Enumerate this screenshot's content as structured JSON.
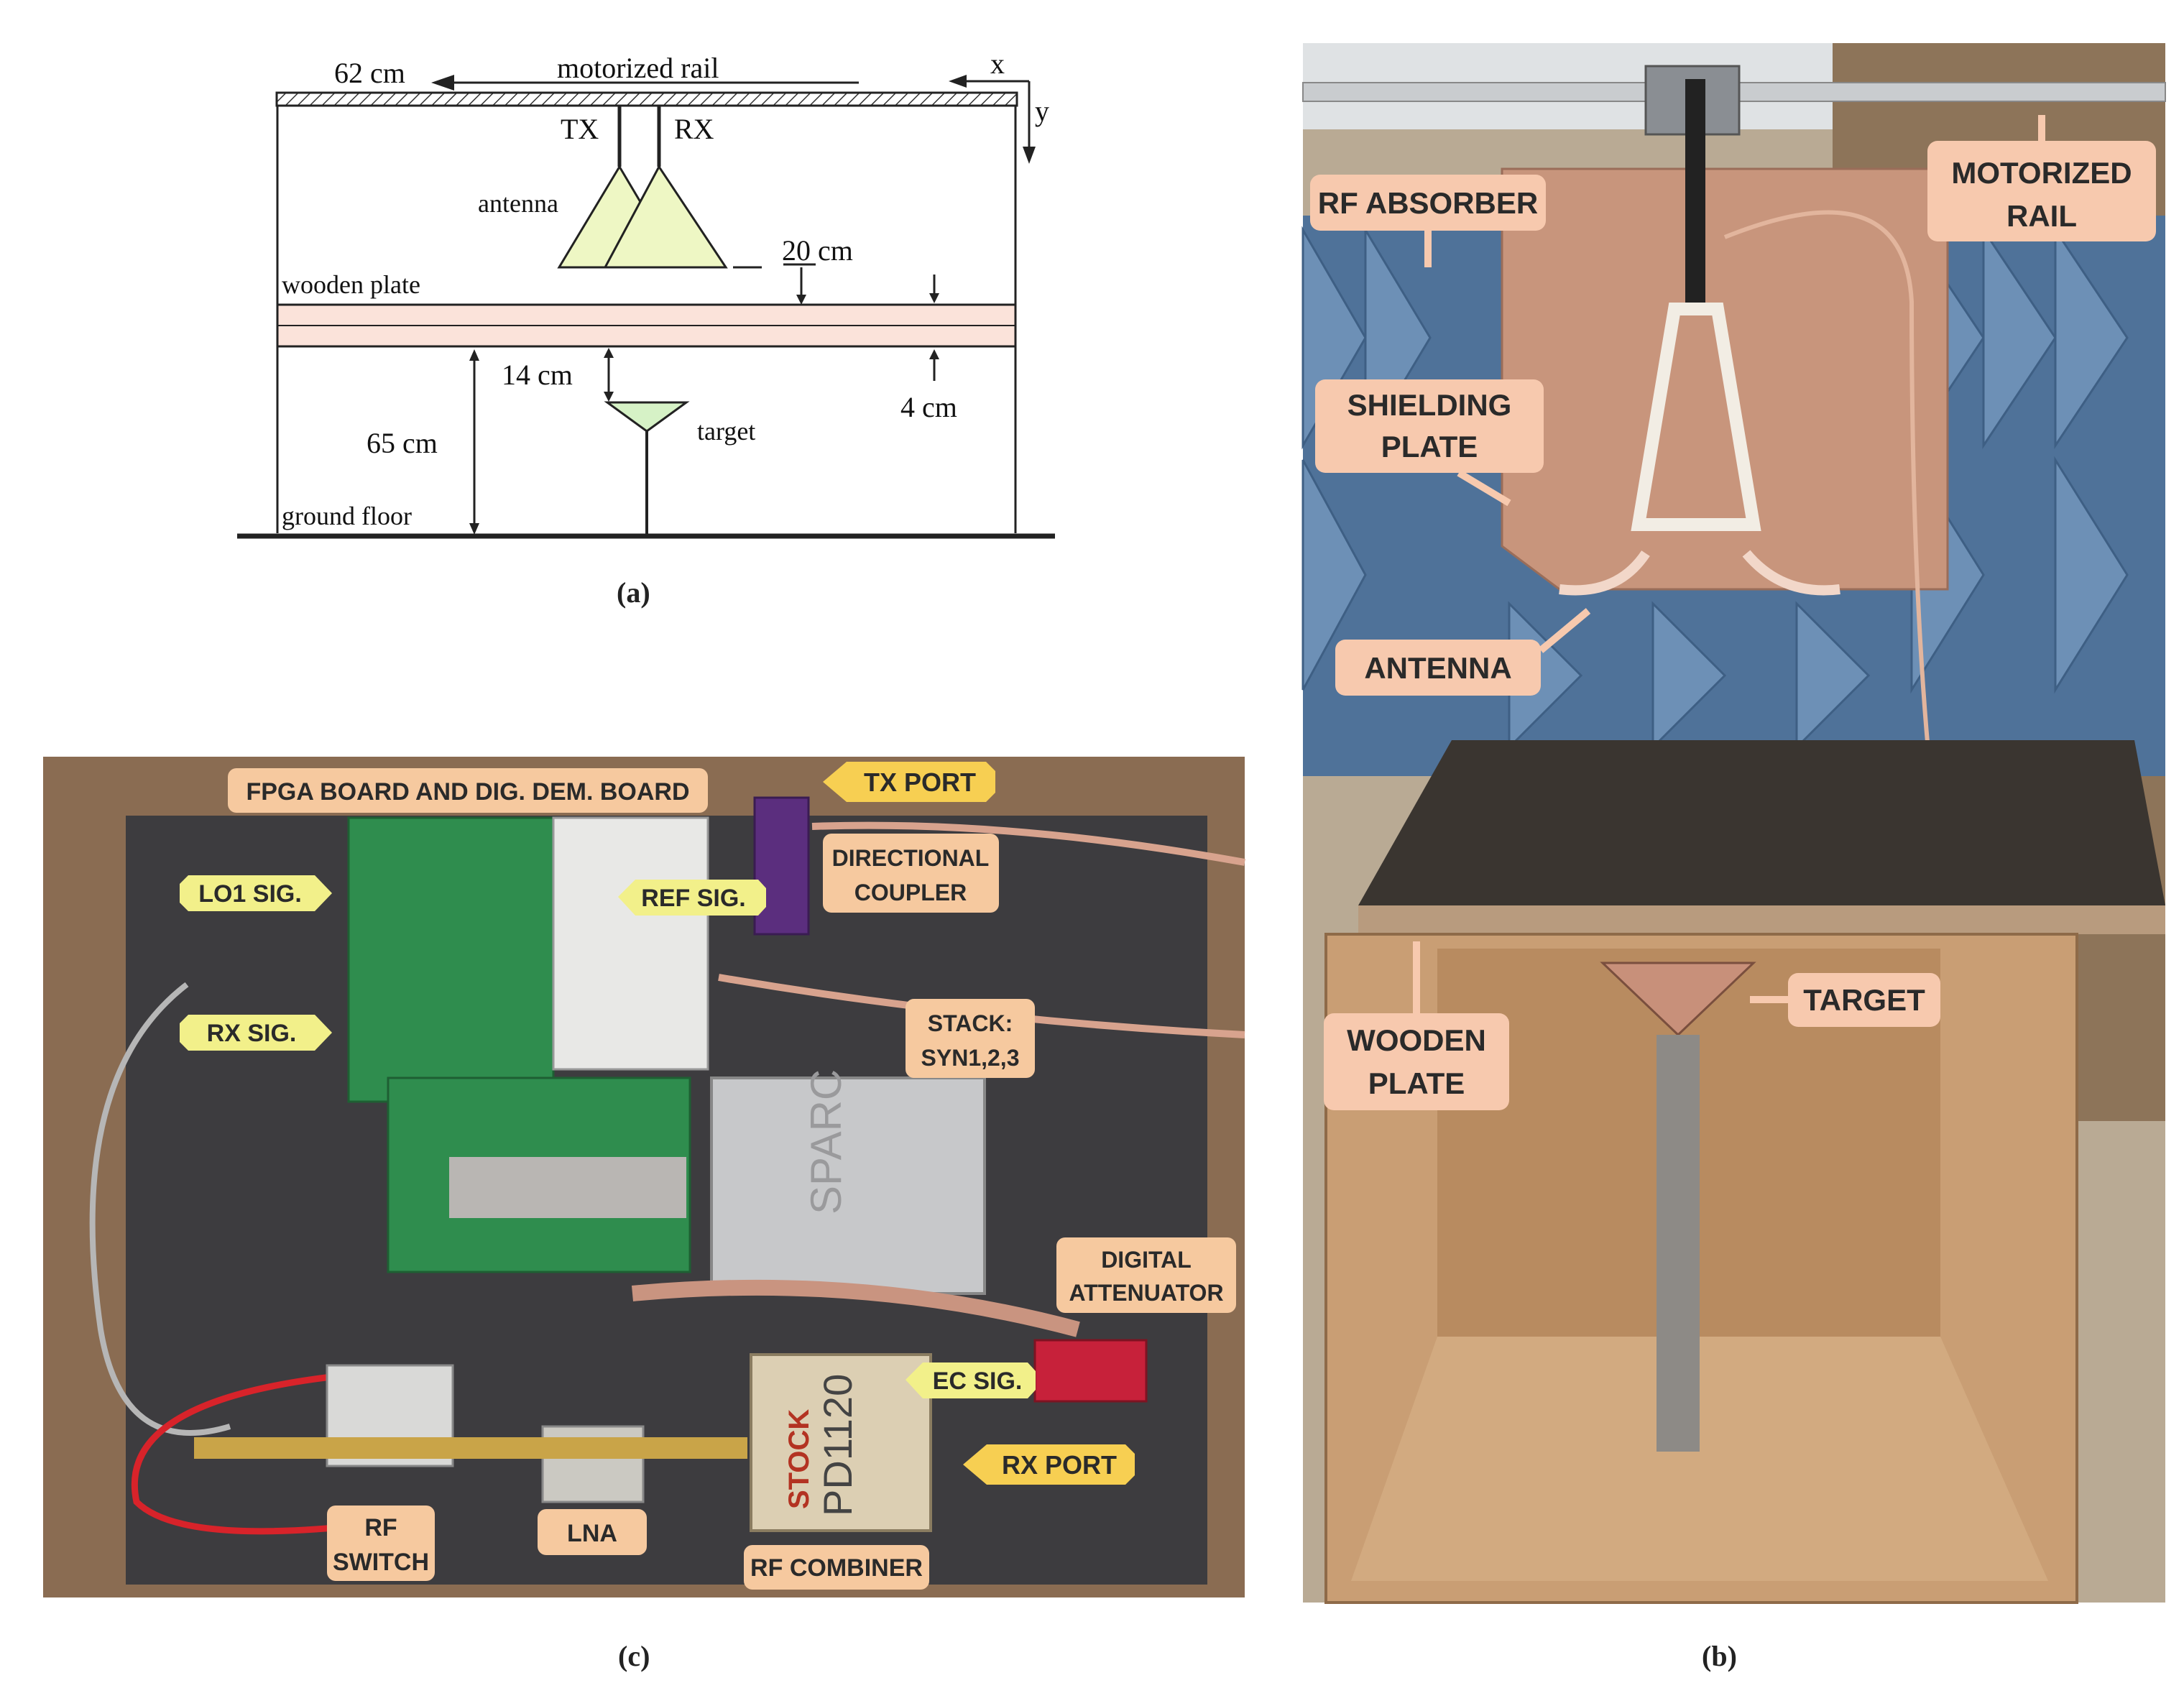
{
  "captions": {
    "a": "(a)",
    "b": "(b)",
    "c": "(c)"
  },
  "schematic": {
    "rail_length": "62 cm",
    "rail_label": "motorized rail",
    "axis_x": "x",
    "axis_y": "y",
    "tx": "TX",
    "rx": "RX",
    "antenna": "antenna",
    "antenna_gap": "20 cm",
    "wooden_plate": "wooden plate",
    "plate_gap": "14 cm",
    "plate_thickness": "4 cm",
    "height": "65 cm",
    "target": "target",
    "ground": "ground floor",
    "colors": {
      "antenna_fill": "#eef7c4",
      "plate_fill": "#fbe3da",
      "target_fill": "#d6f2c6"
    }
  },
  "photo_b": {
    "labels": {
      "rf_absorber": "RF ABSORBER",
      "motorized_rail_1": "MOTORIZED",
      "motorized_rail_2": "RAIL",
      "shielding_plate_1": "SHIELDING",
      "shielding_plate_2": "PLATE",
      "antenna": "ANTENNA",
      "wooden_plate_1": "WOODEN",
      "wooden_plate_2": "PLATE",
      "target": "TARGET"
    },
    "colors": {
      "callout": "#f7c9ae",
      "absorber": "#5b7fa6",
      "copper": "#c8957c",
      "cardboard": "#c99e74"
    }
  },
  "photo_c": {
    "labels": {
      "fpga": "FPGA BOARD AND DIG. DEM. BOARD",
      "tx_port": "TX PORT",
      "directional_coupler_1": "DIRECTIONAL",
      "directional_coupler_2": "COUPLER",
      "lo1_sig": "LO1 SIG.",
      "ref_sig": "REF SIG.",
      "rx_sig": "RX SIG.",
      "stack_1": "STACK:",
      "stack_2": "SYN1,2,3",
      "digital_attenuator_1": "DIGITAL",
      "digital_attenuator_2": "ATTENUATOR",
      "ec_sig": "EC SIG.",
      "rx_port": "RX PORT",
      "rf_switch_1": "RF",
      "rf_switch_2": "SWITCH",
      "lna": "LNA",
      "rf_combiner": "RF COMBINER"
    },
    "device_text": {
      "sparc": "SPARC",
      "stock": "STOCK",
      "pd1120": "PD1120"
    },
    "colors": {
      "yellow_tag": "#f2f08a",
      "orange_tag": "#f6c99f",
      "gold_tag": "#f7cf52"
    }
  }
}
